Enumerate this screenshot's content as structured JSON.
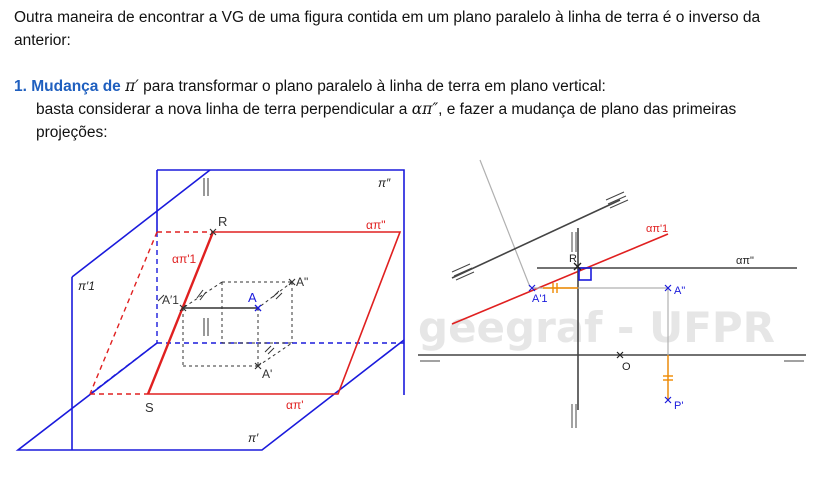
{
  "text": {
    "intro": "Outra maneira de encontrar a VG de uma figura contida em um plano paralelo à linha de terra é o inverso da anterior:",
    "heading_number": "1. Mudança de",
    "heading_pi": "π′",
    "heading_rest": "para transformar o plano paralelo à linha de terra em plano vertical:",
    "sub_part1": "basta considerar a nova linha de terra perpendicular a",
    "sub_greek": "απ″",
    "sub_part2": ", e fazer a mudança de plano das primeiras projeções:"
  },
  "figure_left": {
    "label_pi2": "π″",
    "label_pi1prime": "π′1",
    "label_pi1": "π′",
    "label_R": "R",
    "label_S": "S",
    "label_A": "A",
    "label_A1": "A′1",
    "label_A2": "A\"",
    "label_Aprime": "A'",
    "label_alpha2": "απ\"",
    "label_alpha1": "απ'",
    "label_alpha1prime": "απ'1"
  },
  "figure_right": {
    "label_R": "R",
    "label_O": "O",
    "label_A2": "A\"",
    "label_A1": "A'1",
    "label_P": "P'",
    "label_alpha2": "απ\"",
    "label_alpha1prime": "απ'1"
  },
  "watermark": "geegraf - UFPR",
  "colors": {
    "plane_blue": "#1a1adc",
    "trace_red": "#e02020",
    "orange": "#f08a00",
    "gray_line": "#b0b0b0",
    "dark": "#333333"
  }
}
